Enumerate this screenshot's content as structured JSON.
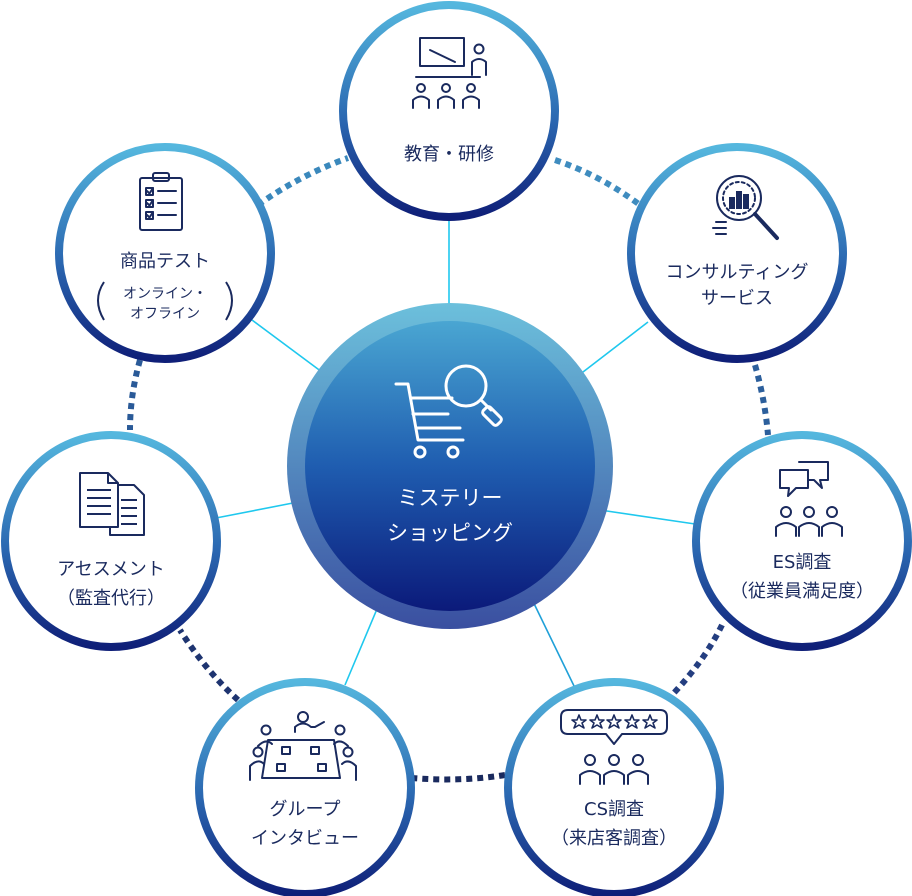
{
  "center": {
    "line1": "ミステリー",
    "line2": "ショッピング",
    "icon": "shopping-cart-search-icon"
  },
  "nodes": {
    "education": {
      "line1": "教育・研修",
      "icon": "presentation-audience-icon"
    },
    "consulting": {
      "line1": "コンサルティング",
      "line2": "サービス",
      "icon": "magnifier-chart-icon"
    },
    "es": {
      "line1": "ES調査",
      "line2": "（従業員満足度）",
      "icon": "speech-bubbles-people-icon"
    },
    "cs": {
      "line1": "CS調査",
      "line2": "（来店客調査）",
      "icon": "star-rating-people-icon"
    },
    "group": {
      "line1": "グループ",
      "line2": "インタビュー",
      "icon": "meeting-table-icon"
    },
    "assessment": {
      "line1": "アセスメント",
      "line2": "（監査代行）",
      "icon": "documents-icon"
    },
    "product": {
      "line1": "商品テスト",
      "sub1": "オンライン・",
      "sub2": "オフライン",
      "icon": "checklist-clipboard-icon"
    }
  },
  "colors": {
    "ring_light": "#4fb0d8",
    "ring_dark": "#13237a",
    "connector": "#1fc8ee",
    "dots_light": "#3a8fc0",
    "dots_dark": "#1a2a5e",
    "text": "#1a2a5e"
  }
}
